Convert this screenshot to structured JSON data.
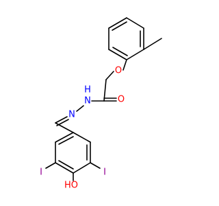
{
  "molecule": {
    "atoms": {
      "oxygen_ether": {
        "label": "O",
        "color": "#ff0000"
      },
      "oxygen_carbonyl": {
        "label": "O",
        "color": "#ff0000"
      },
      "nitrogen_amide": {
        "label": "N",
        "hydrogen": "H",
        "color": "#0000ff"
      },
      "nitrogen_imine": {
        "label": "N",
        "color": "#0000ff"
      },
      "iodine_left": {
        "label": "I",
        "color": "#940094"
      },
      "iodine_right": {
        "label": "I",
        "color": "#940094"
      },
      "hydroxyl": {
        "label": "HO",
        "color": "#ff0000"
      }
    },
    "bond_color": "#000000"
  }
}
